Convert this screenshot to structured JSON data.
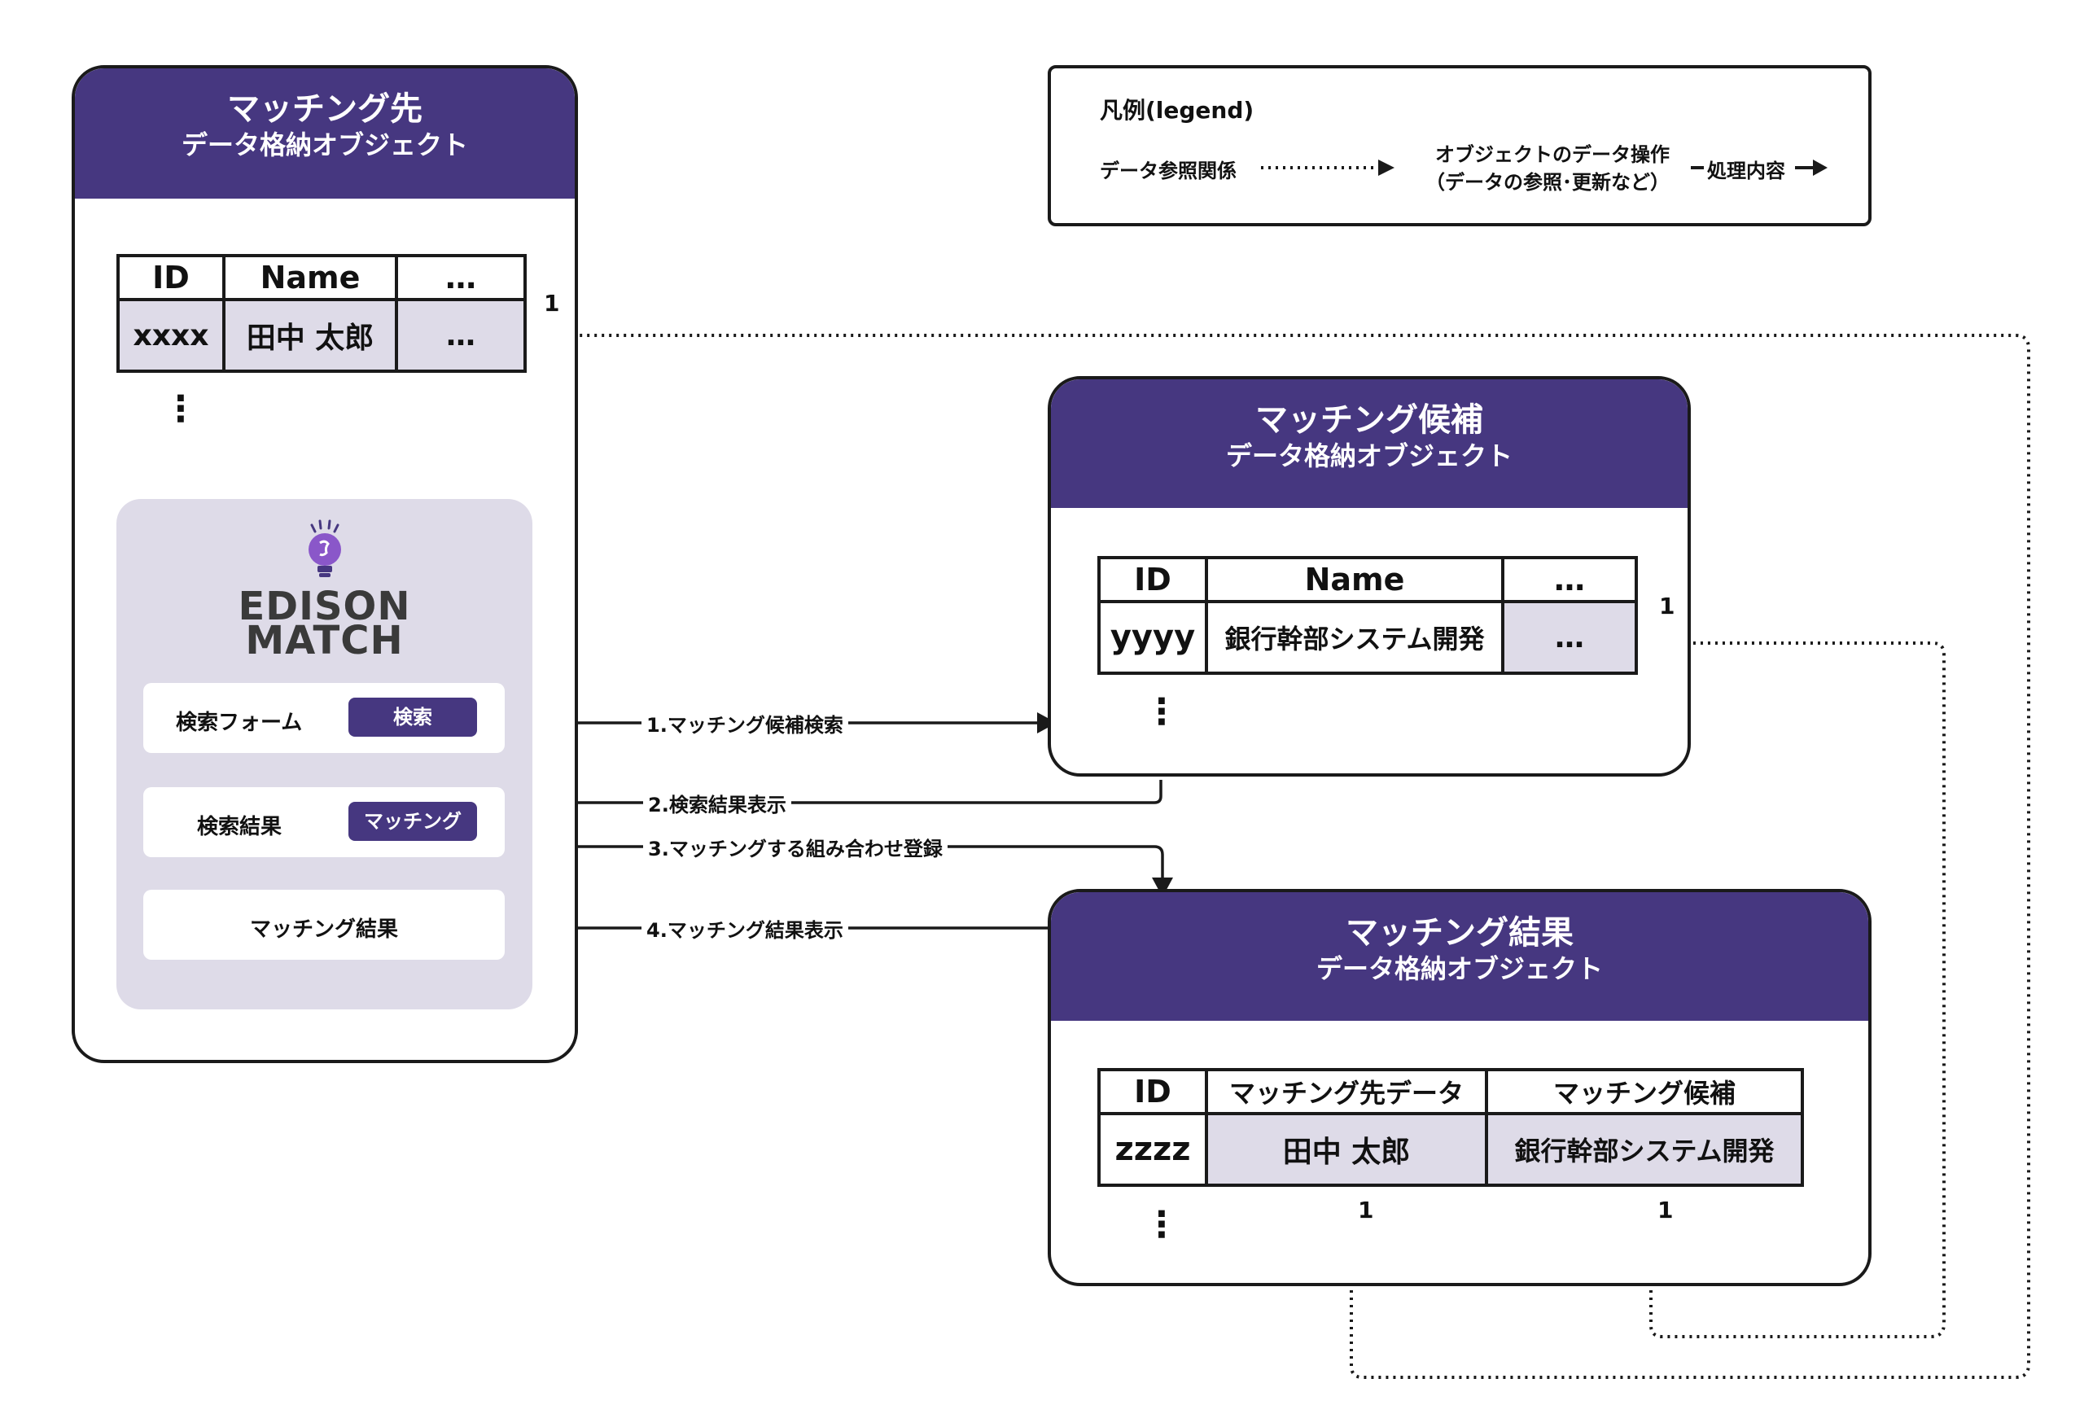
{
  "colors": {
    "header": "#463780",
    "shade": "#dedbe8",
    "line": "#1a1a1a"
  },
  "source_panel": {
    "title": "マッチング先",
    "subtitle": "データ格納オブジェクト",
    "columns": [
      "ID",
      "Name",
      "…"
    ],
    "row": [
      "xxxx",
      "田中 太郎",
      "…"
    ],
    "more": "⋮"
  },
  "app": {
    "logo_icon": "lightbulb-icon",
    "logo_line1": "EDISON",
    "logo_line2": "MATCH",
    "search_form_label": "検索フォーム",
    "search_button": "検索",
    "search_result_label": "検索結果",
    "matching_button": "マッチング",
    "matching_result_label": "マッチング結果"
  },
  "candidate_panel": {
    "title": "マッチング候補",
    "subtitle": "データ格納オブジェクト",
    "columns": [
      "ID",
      "Name",
      "…"
    ],
    "row": [
      "yyyy",
      "銀行幹部システム開発",
      "…"
    ],
    "more": "⋮"
  },
  "result_panel": {
    "title": "マッチング結果",
    "subtitle": "データ格納オブジェクト",
    "columns": [
      "ID",
      "マッチング先データ",
      "マッチング候補"
    ],
    "row": [
      "zzzz",
      "田中 太郎",
      "銀行幹部システム開発"
    ],
    "more": "⋮"
  },
  "legend": {
    "title": "凡例(legend)",
    "reference_label": "データ参照関係",
    "operation_line1": "オブジェクトのデータ操作",
    "operation_line2": "（データの参照･更新など）",
    "process_label": "処理内容"
  },
  "flows": {
    "step1": "1.マッチング候補検索",
    "step2": "2.検索結果表示",
    "step3": "3.マッチングする組み合わせ登録",
    "step4": "4.マッチング結果表示"
  },
  "cardinality": {
    "source": "1",
    "candidate": "1",
    "result_source": "1",
    "result_candidate": "1"
  }
}
